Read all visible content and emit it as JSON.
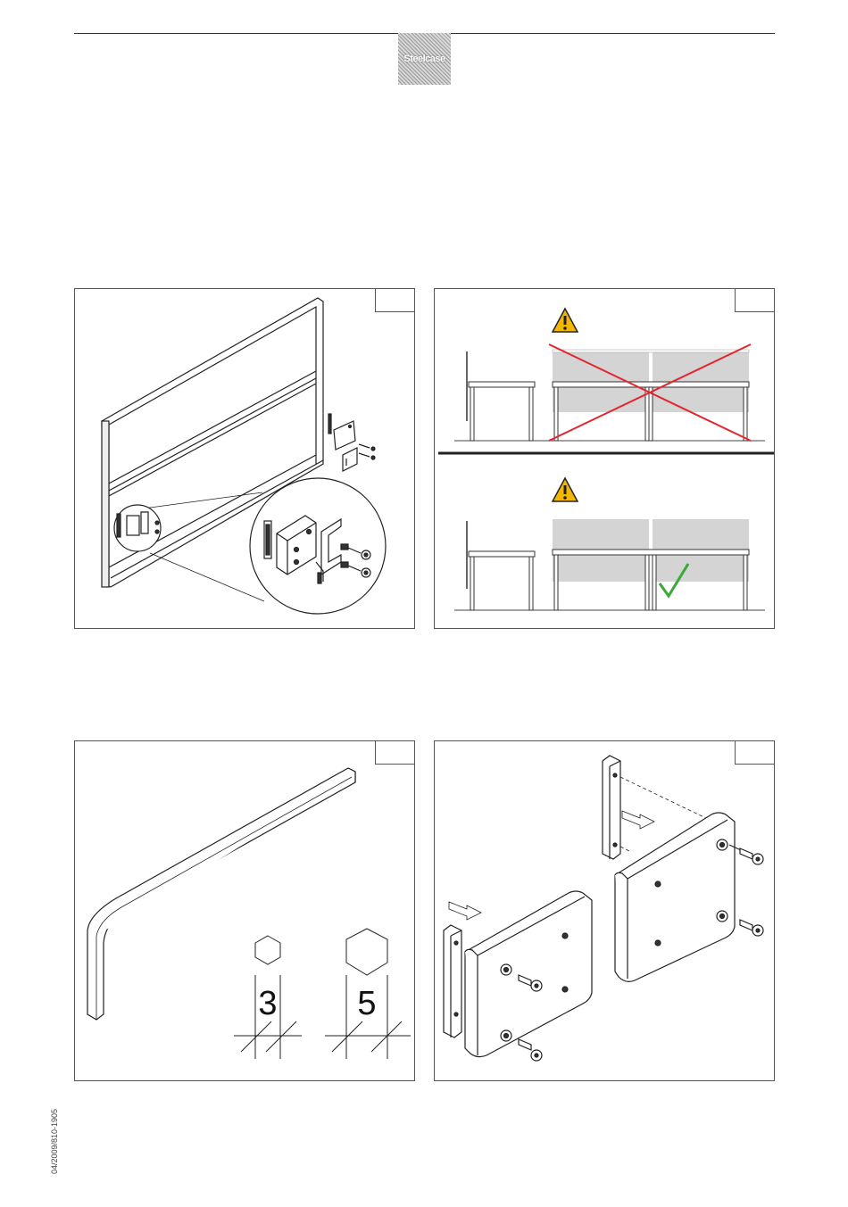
{
  "header": {
    "logo_text": "Steelcase",
    "accent_gray": "#b0b0b0"
  },
  "panels": {
    "fig1": {
      "step_label": "",
      "content": "screen-mounting-bracket-exploded-view"
    },
    "fig2": {
      "step_label": "",
      "top_status": "incorrect",
      "bottom_status": "correct",
      "warning_color": "#f2b705",
      "cross_color": "#e3262e",
      "check_color": "#3aa935"
    },
    "fig3": {
      "step_label": "",
      "hex_key_sizes": [
        "3",
        "5"
      ]
    },
    "fig4": {
      "step_label": "",
      "content": "clamp-plate-assembly"
    }
  },
  "footer": {
    "doc_code": "04/2009/810-1905"
  }
}
